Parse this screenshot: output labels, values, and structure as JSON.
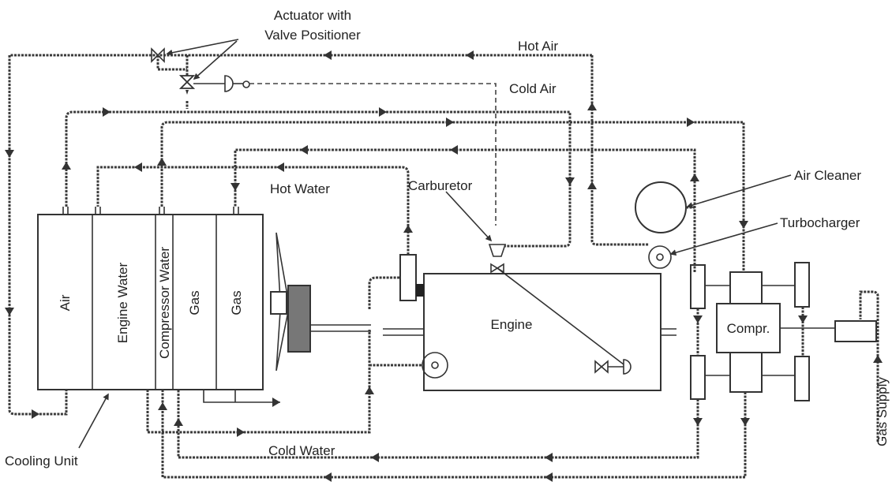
{
  "labels": {
    "actuator_line1": "Actuator with",
    "actuator_line2": "Valve Positioner",
    "hot_air": "Hot Air",
    "cold_air": "Cold Air",
    "air_cleaner": "Air Cleaner",
    "turbocharger": "Turbocharger",
    "carburetor": "Carburetor",
    "hot_water": "Hot Water",
    "engine": "Engine",
    "compr": "Compr.",
    "gas_supply": "Gas Supply",
    "cold_water": "Cold Water",
    "cooling_unit": "Cooling Unit"
  },
  "cooling_sections": [
    "Air",
    "Engine Water",
    "Compressor Water",
    "Gas",
    "Gas"
  ]
}
